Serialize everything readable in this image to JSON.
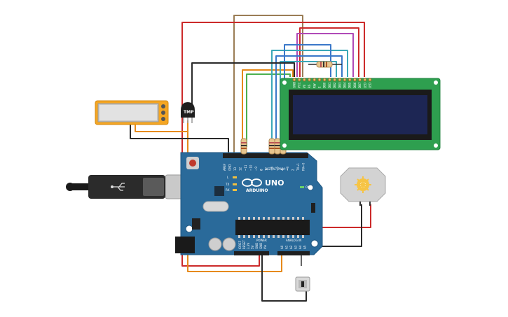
{
  "board": {
    "brand": "ARDUINO",
    "model": "UNO",
    "digital_label": "DIGITAL (PWM~)",
    "power_label": "POWER",
    "analog_label": "ANALOG IN",
    "pins_top": [
      "AREF",
      "GND",
      "13",
      "12",
      "~11",
      "~10",
      "~9",
      "8",
      "7",
      "~6",
      "~5",
      "4",
      "~3",
      "2",
      "TX→1",
      "RX←0"
    ],
    "pins_power": [
      "IOREF",
      "RESET",
      "3.3V",
      "5V",
      "GND",
      "GND",
      "Vin"
    ],
    "pins_analog": [
      "A0",
      "A1",
      "A2",
      "A3",
      "A4",
      "A5"
    ],
    "led_labels": [
      "L",
      "TX",
      "RX",
      "ON"
    ]
  },
  "sensor": {
    "label": "TMP"
  },
  "lcd": {
    "pins": [
      "GND",
      "VCC",
      "V0",
      "RS",
      "RW",
      "E",
      "DB0",
      "DB1",
      "DB2",
      "DB3",
      "DB4",
      "DB5",
      "DB6",
      "DB7",
      "LED",
      "LED"
    ]
  },
  "colors": {
    "board": "#2a6a9a",
    "header": "#1f1f1f",
    "lcd_pcb": "#2e9f4f",
    "lcd_screen": "#1d2654",
    "wire_red": "#cc2a2a",
    "wire_orange": "#e68a1a",
    "wire_brown": "#9a7d55",
    "wire_green": "#4caf50",
    "wire_teal": "#3aa8b8",
    "wire_blue": "#3a78c9",
    "wire_purple": "#b04ab8",
    "wire_black": "#2a2a2a",
    "slide_pot": "#f5a623"
  },
  "icons": [
    "usb-connector-icon",
    "temperature-sensor-icon",
    "dc-motor-icon",
    "push-button-icon",
    "resistor-icon"
  ]
}
